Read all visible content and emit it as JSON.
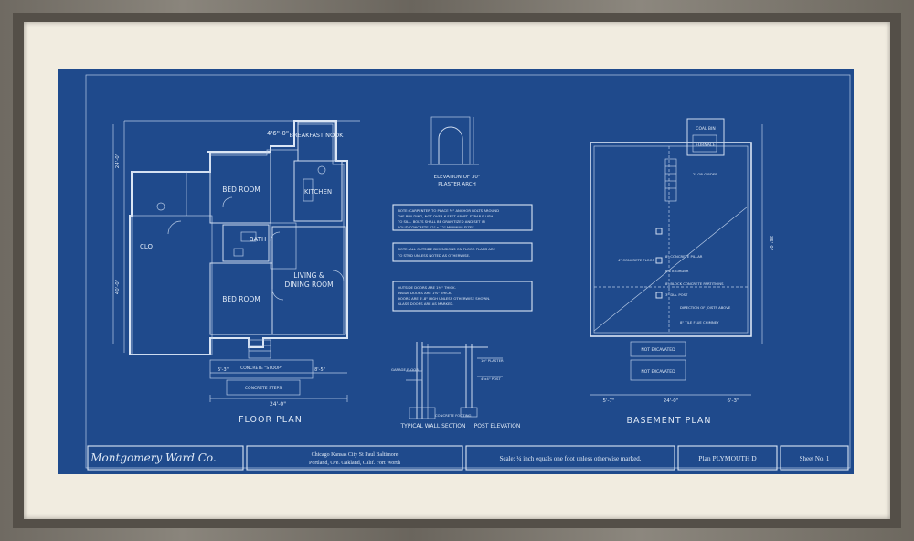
{
  "floor_plan": {
    "title": "FLOOR PLAN",
    "rooms": {
      "breakfast_nook": "BREAKFAST NOOK",
      "bed_room_1": "BED ROOM",
      "kitchen": "KITCHEN",
      "bath": "BATH",
      "clo": "CLO",
      "living": "LIVING &",
      "dining": "DINING ROOM",
      "bed_room_2": "BED ROOM"
    },
    "labels": {
      "concrete_stoop": "CONCRETE \"STOOP\"",
      "concrete_steps": "CONCRETE STEPS"
    },
    "dimensions": {
      "overall_width": "24'-0\"",
      "left_offset": "5'-3\"",
      "right_offset": "8'-5\"",
      "top_note": "4'6\"-0\"",
      "left_side_a": "24'-0\"",
      "left_side_b": "40'-0\""
    }
  },
  "center": {
    "arch_title_1": "ELEVATION OF 30\"",
    "arch_title_2": "PLASTER ARCH",
    "note1": [
      "NOTE: CARPENTER TO PLACE ½\" ANCHOR BOLTS AROUND",
      "THE BUILDING, NOT OVER 6 FEET APART. STRAP FLUSH",
      "TO SILL. BOLTS SHALL BE GRANITIZED AND SET IN",
      "SOLID CONCRETE 12\" x 12\" MINIMUM SIZES."
    ],
    "note2": [
      "NOTE: ALL OUTSIDE DIMENSIONS ON FLOOR PLANS ARE",
      "TO STUD UNLESS NOTED AS OTHERWISE."
    ],
    "note3": [
      "OUTSIDE DOORS ARE 1¾\" THICK.",
      "INSIDE DOORS ARE 1⅜\" THICK.",
      "DOORS ARE 6'-8\" HIGH UNLESS OTHERWISE SHOWN.",
      "GLASS DOORS ARE AS MARKED."
    ],
    "section_labels": [
      "GARAGE FLOOR",
      "10\" PLASTER",
      "4\"x4\" POST",
      "CONCRETE FOOTING"
    ],
    "section_title": "TYPICAL WALL SECTION",
    "post_title": "POST ELEVATION"
  },
  "basement_plan": {
    "title": "BASEMENT PLAN",
    "labels": {
      "coal_bin": "COAL BIN",
      "furnace": "FURNACE",
      "girder_top": "2\" OR GIRDER",
      "concrete_floor": "4\" CONCRETE FLOOR",
      "concrete_pillar": "8\" CONCRETE PILLAR",
      "girder": "8 x 8 GIRDER",
      "block_partitions": "8\" BLOCK CONCRETE PARTITIONS",
      "dia_post": "3\" DIA. POST",
      "joists": "DIRECTION OF JOISTS ABOVE",
      "chimney": "8\" TILE FLUE CHIMNEY",
      "not_excavated_1": "NOT EXCAVATED",
      "not_excavated_2": "NOT EXCAVATED"
    },
    "dimensions": {
      "width": "24'-0\"",
      "left": "5'-7\"",
      "right": "6'-3\"",
      "side": "36'-0\""
    }
  },
  "title_block": {
    "company": "Montgomery Ward Co.",
    "cities_line1": "Chicago   Kansas City   St Paul   Baltimore",
    "cities_line2": "Portland, Ore.   Oakland, Calif.   Fort Worth",
    "scale": "Scale: ¼ inch equals one foot unless otherwise marked.",
    "plan": "Plan PLYMOUTH   D",
    "sheet": "Sheet No. 1"
  },
  "colors": {
    "blueprint": "#1f4a8c",
    "line": "#dfe9f6",
    "mat": "#f1ece0",
    "frame": "#6f6a62"
  }
}
